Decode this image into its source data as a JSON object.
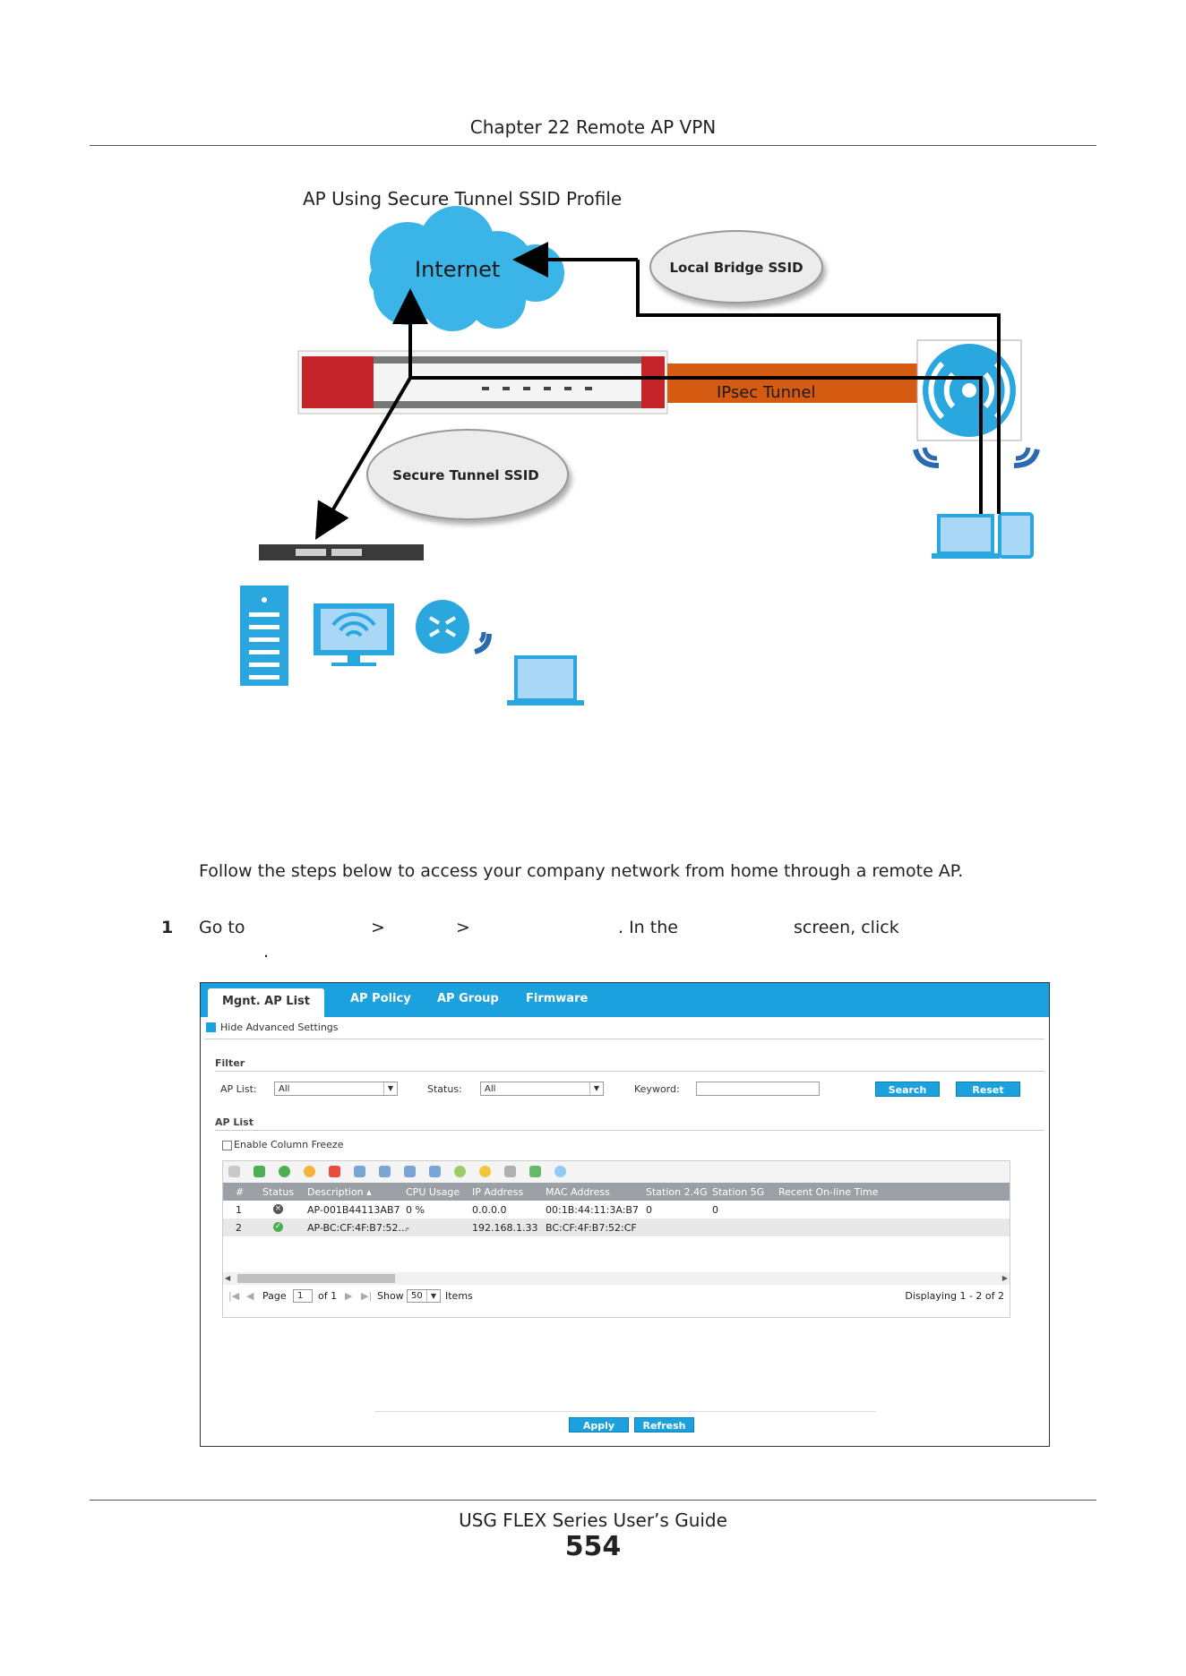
{
  "header": {
    "chapter": "Chapter 22 Remote AP VPN"
  },
  "figure": {
    "title": "AP Using Secure Tunnel SSID Profile",
    "internet_label": "Internet",
    "local_bridge_label": "Local Bridge SSID",
    "secure_tunnel_label": "Secure Tunnel SSID",
    "ipsec_label": "IPsec Tunnel",
    "colors": {
      "cloud": "#3bb5e8",
      "tunnel": "#d55b12",
      "device_red": "#c5242a",
      "icon_blue": "#2aa7df"
    }
  },
  "body": {
    "intro": "Follow the steps below to access your company network from home through a remote AP.",
    "step_number": "1",
    "step_parts": {
      "go_to": "Go to",
      "gt1": ">",
      "gt2": ">",
      "in_the": ". In the",
      "screen_click": "screen, click",
      "period": "."
    }
  },
  "screenshot": {
    "tabs": [
      "Mgnt. AP List",
      "AP Policy",
      "AP Group",
      "Firmware"
    ],
    "hide_advanced": "Hide Advanced Settings",
    "filter_title": "Filter",
    "ap_list_label": "AP List:",
    "ap_list_value": "All",
    "status_label": "Status:",
    "status_value": "All",
    "keyword_label": "Keyword:",
    "search_button": "Search",
    "reset_button": "Reset",
    "ap_list_title": "AP List",
    "enable_freeze": "Enable Column Freeze",
    "columns": [
      "#",
      "Status",
      "Description ▴",
      "CPU Usage",
      "IP Address",
      "MAC Address",
      "Station 2.4G",
      "Station 5G",
      "Recent On-line Time"
    ],
    "rows": [
      {
        "num": "1",
        "status": "offline",
        "description": "AP-001B44113AB7",
        "cpu": "0 %",
        "ip": "0.0.0.0",
        "mac": "00:1B:44:11:3A:B7",
        "st24": "0",
        "st5": "0",
        "recent": ""
      },
      {
        "num": "2",
        "status": "online",
        "description": "AP-BC:CF:4F:B7:52...",
        "cpu": "-",
        "ip": "192.168.1.33",
        "mac": "BC:CF:4F:B7:52:CF",
        "st24": "",
        "st5": "",
        "recent": ""
      }
    ],
    "pager": {
      "page_label": "Page",
      "page_value": "1",
      "of_label": "of 1",
      "show_label": "Show",
      "show_value": "50",
      "items_label": "Items",
      "displaying": "Displaying 1 - 2 of 2"
    },
    "apply_button": "Apply",
    "refresh_button": "Refresh"
  },
  "footer": {
    "guide": "USG FLEX Series User’s Guide",
    "page_number": "554"
  }
}
